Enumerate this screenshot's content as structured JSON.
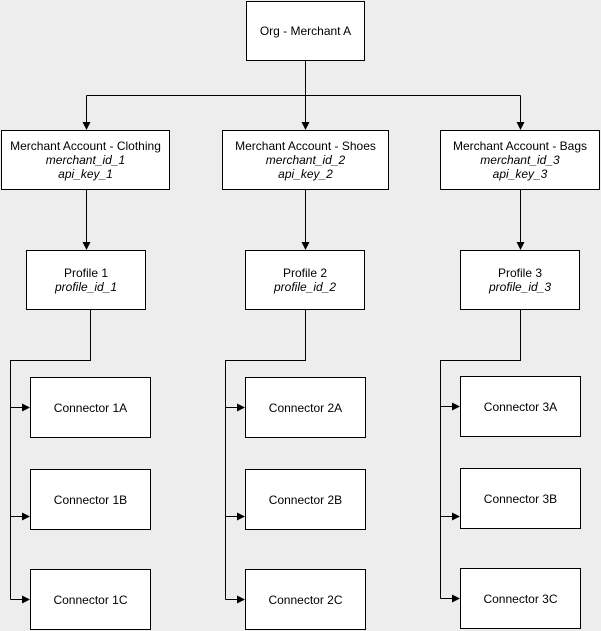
{
  "diagram": {
    "org": {
      "title": "Org - Merchant A"
    },
    "merchants": [
      {
        "title": "Merchant Account - Clothing",
        "merchant_id": "merchant_id_1",
        "api_key": "api_key_1",
        "profile": {
          "title": "Profile 1",
          "profile_id": "profile_id_1"
        },
        "connectors": [
          "Connector 1A",
          "Connector 1B",
          "Connector 1C"
        ]
      },
      {
        "title": "Merchant Account - Shoes",
        "merchant_id": "merchant_id_2",
        "api_key": "api_key_2",
        "profile": {
          "title": "Profile 2",
          "profile_id": "profile_id_2"
        },
        "connectors": [
          "Connector 2A",
          "Connector 2B",
          "Connector 2C"
        ]
      },
      {
        "title": "Merchant Account - Bags",
        "merchant_id": "merchant_id_3",
        "api_key": "api_key_3",
        "profile": {
          "title": "Profile 3",
          "profile_id": "profile_id_3"
        },
        "connectors": [
          "Connector 3A",
          "Connector 3B",
          "Connector 3C"
        ]
      }
    ]
  }
}
